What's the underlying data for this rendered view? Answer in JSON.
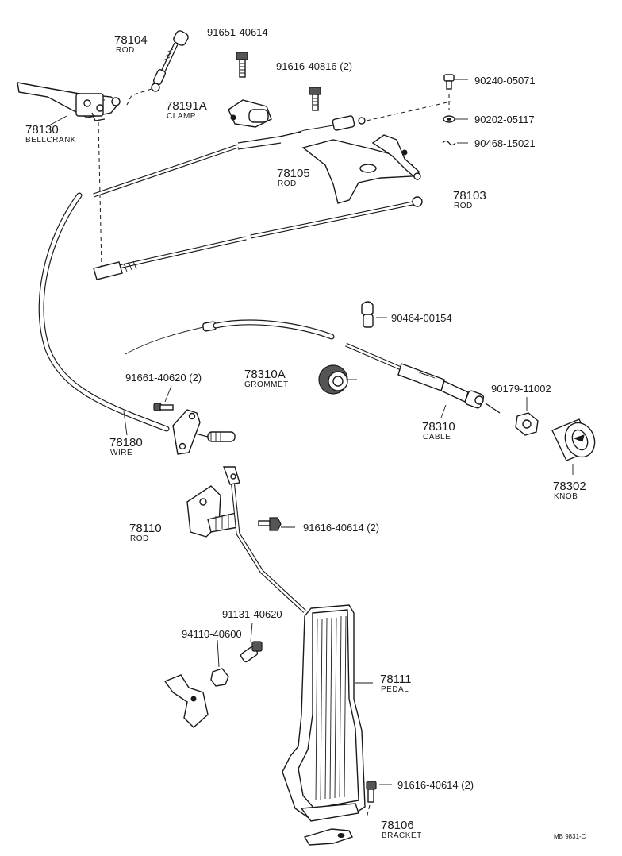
{
  "parts": {
    "p78104": {
      "number": "78104",
      "name": "ROD"
    },
    "p78130": {
      "number": "78130",
      "name": "BELLCRANK"
    },
    "p78191a": {
      "number": "78191A",
      "name": "CLAMP"
    },
    "p78105": {
      "number": "78105",
      "name": "ROD"
    },
    "p78103": {
      "number": "78103",
      "name": "ROD"
    },
    "p78310a": {
      "number": "78310A",
      "name": "GROMMET"
    },
    "p78310": {
      "number": "78310",
      "name": "CABLE"
    },
    "p78180": {
      "number": "78180",
      "name": "WIRE"
    },
    "p78302": {
      "number": "78302",
      "name": "KNOB"
    },
    "p78110": {
      "number": "78110",
      "name": "ROD"
    },
    "p78111": {
      "number": "78111",
      "name": "PEDAL"
    },
    "p78106": {
      "number": "78106",
      "name": "BRACKET"
    }
  },
  "fasteners": {
    "f1": "91651-40614",
    "f2": "91616-40816 (2)",
    "f3": "90240-05071",
    "f4": "90202-05117",
    "f5": "90468-15021",
    "f6": "90464-00154",
    "f7": "91661-40620 (2)",
    "f8": "90179-11002",
    "f9": "91616-40614 (2)",
    "f10": "91131-40620",
    "f11": "94110-40600",
    "f12": "91616-40614 (2)"
  },
  "footer": {
    "code": "MB 9831-C"
  }
}
